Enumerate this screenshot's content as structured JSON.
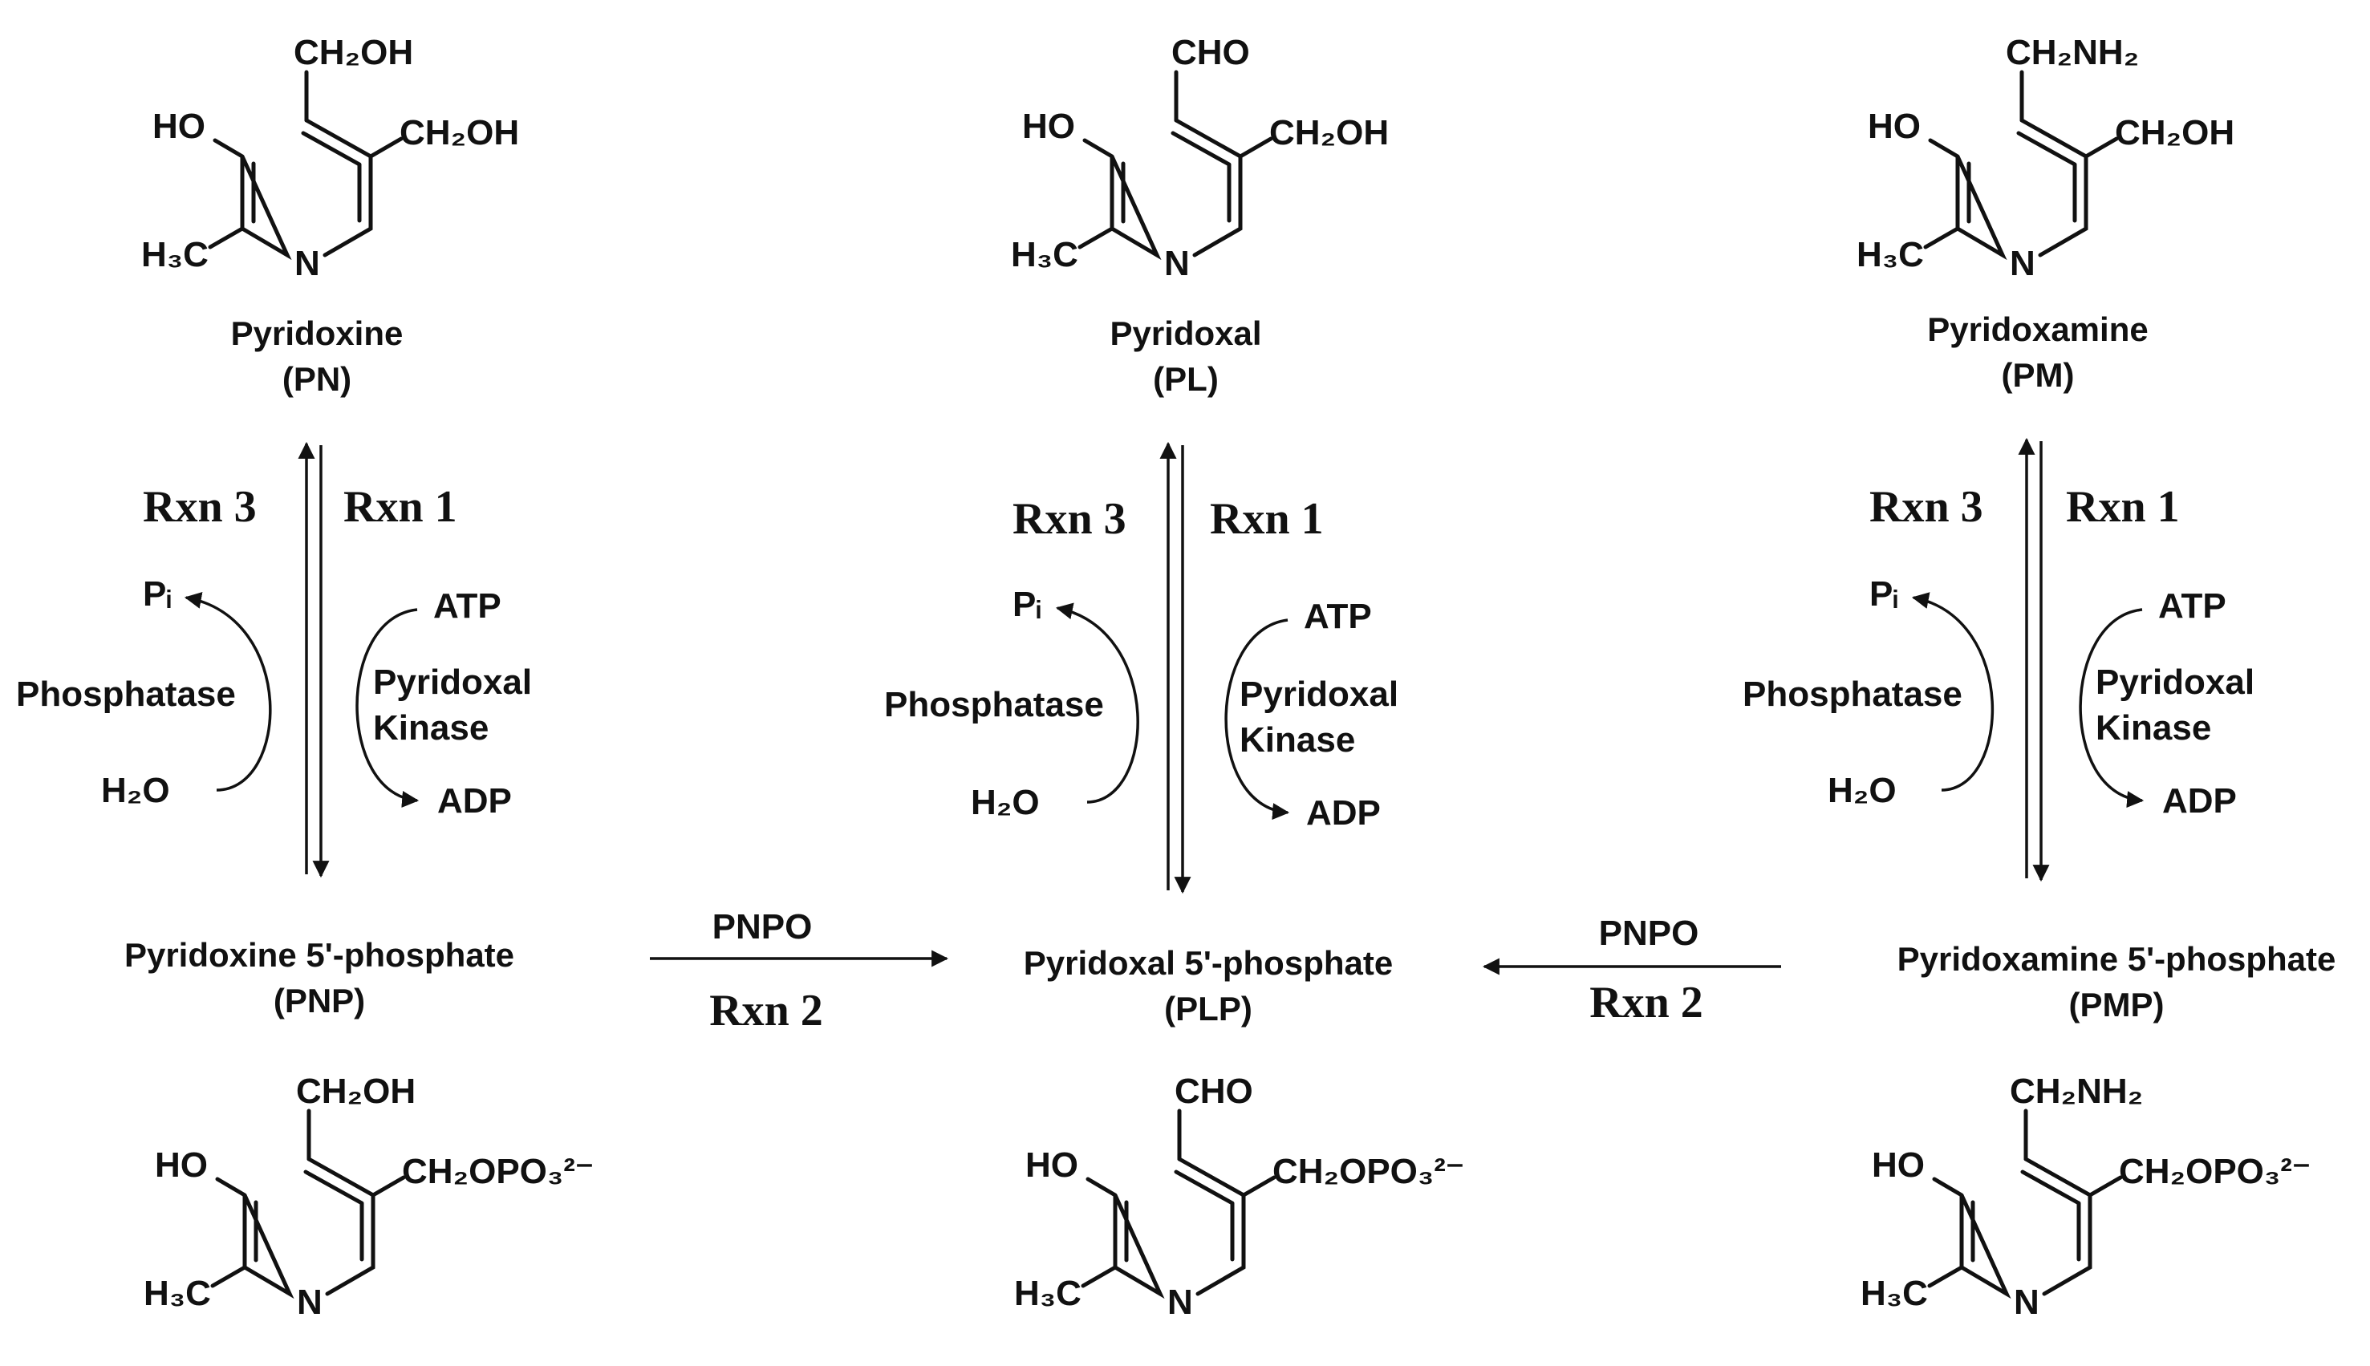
{
  "compounds": {
    "pn": {
      "name": "Pyridoxine",
      "abbr": "(PN)",
      "c4": "CH₂OH",
      "c5": "CH₂OH",
      "c3": "HO",
      "c2": "H₃C",
      "n1": "N"
    },
    "pl": {
      "name": "Pyridoxal",
      "abbr": "(PL)",
      "c4": "CHO",
      "c5": "CH₂OH",
      "c3": "HO",
      "c2": "H₃C",
      "n1": "N"
    },
    "pm": {
      "name": "Pyridoxamine",
      "abbr": "(PM)",
      "c4": "CH₂NH₂",
      "c5": "CH₂OH",
      "c3": "HO",
      "c2": "H₃C",
      "n1": "N"
    },
    "pnp": {
      "name": "Pyridoxine 5'-phosphate",
      "abbr": "(PNP)",
      "c4": "CH₂OH",
      "c5": "CH₂OPO₃²⁻",
      "c3": "HO",
      "c2": "H₃C",
      "n1": "N"
    },
    "plp": {
      "name": "Pyridoxal 5'-phosphate",
      "abbr": "(PLP)",
      "c4": "CHO",
      "c5": "CH₂OPO₃²⁻",
      "c3": "HO",
      "c2": "H₃C",
      "n1": "N"
    },
    "pmp": {
      "name": "Pyridoxamine 5'-phosphate",
      "abbr": "(PMP)",
      "c4": "CH₂NH₂",
      "c5": "CH₂OPO₃²⁻",
      "c3": "HO",
      "c2": "H₃C",
      "n1": "N"
    }
  },
  "vertical_steps": {
    "rxn_left": "Rxn 3",
    "rxn_right": "Rxn 1",
    "phosphatase": "Phosphatase",
    "kinase_line1": "Pyridoxal",
    "kinase_line2": "Kinase",
    "pi": "Pᵢ",
    "h2o": "H₂O",
    "atp": "ATP",
    "adp": "ADP"
  },
  "horizontal_steps": {
    "enzyme": "PNPO",
    "rxn": "Rxn 2"
  },
  "colors": {
    "ink": "#111111",
    "background": "#ffffff"
  }
}
